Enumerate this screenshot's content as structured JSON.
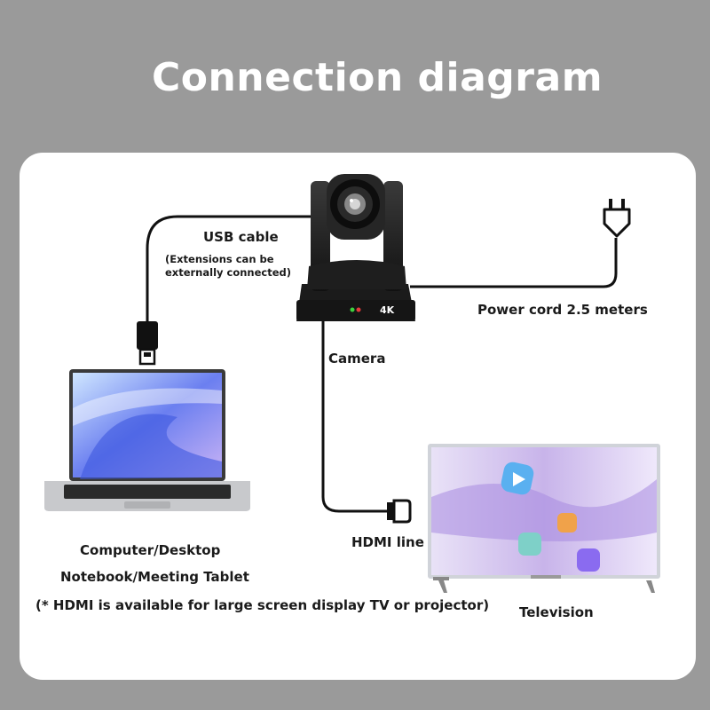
{
  "title": "Connection diagram",
  "labels": {
    "usb_cable": "USB cable",
    "usb_note_line1": "(Extensions can be",
    "usb_note_line2": "externally connected)",
    "power_cord": "Power cord 2.5 meters",
    "camera": "Camera",
    "hdmi_line": "HDMI line",
    "television": "Television",
    "computer_line1": "Computer/Desktop",
    "computer_line2": "Notebook/Meeting Tablet",
    "hdmi_note": "(* HDMI is available for large screen display TV or projector)",
    "camera_badge": "4K"
  },
  "colors": {
    "background": "#9a9a9a",
    "panel": "#ffffff",
    "cable": "#111111"
  }
}
